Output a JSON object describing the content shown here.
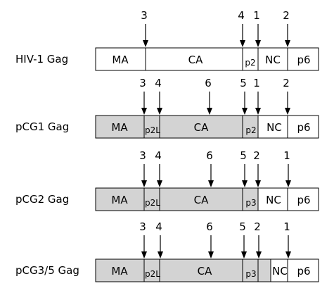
{
  "colors": {
    "background": "#ffffff",
    "wildtype_fill": "#ffffff",
    "mutant_fill": "#d3d3d3",
    "stroke": "#000000"
  },
  "constructs": [
    {
      "label": "HIV-1 Gag",
      "style": "wildtype",
      "domains": [
        {
          "label": "MA"
        },
        {
          "label": "CA"
        },
        {
          "label": "p2",
          "small": true
        },
        {
          "label": "NC"
        },
        {
          "label": "p6"
        }
      ],
      "sites": [
        "3",
        "4",
        "1",
        "2"
      ]
    },
    {
      "label": "pCG1 Gag",
      "style": "mutant",
      "domains": [
        {
          "label": "MA"
        },
        {
          "label": "p2L",
          "small": true
        },
        {
          "label": "CA"
        },
        {
          "label": "p2",
          "small": true
        },
        {
          "label": "NC"
        },
        {
          "label": "p6"
        }
      ],
      "sites": [
        "3",
        "4",
        "6",
        "5",
        "1",
        "2"
      ]
    },
    {
      "label": "pCG2 Gag",
      "style": "mutant",
      "domains": [
        {
          "label": "MA"
        },
        {
          "label": "p2L",
          "small": true
        },
        {
          "label": "CA"
        },
        {
          "label": "p3",
          "small": true
        },
        {
          "label": "NC"
        },
        {
          "label": "p6"
        }
      ],
      "sites": [
        "3",
        "4",
        "6",
        "5",
        "2",
        "1"
      ]
    },
    {
      "label": "pCG3/5 Gag",
      "style": "mutant",
      "domains": [
        {
          "label": "MA"
        },
        {
          "label": "p2L",
          "small": true
        },
        {
          "label": "CA"
        },
        {
          "label": "p3",
          "small": true
        },
        {
          "label": ""
        },
        {
          "label": "NC"
        },
        {
          "label": "p6"
        }
      ],
      "sites": [
        "3",
        "4",
        "6",
        "5",
        "2",
        "1"
      ]
    }
  ]
}
